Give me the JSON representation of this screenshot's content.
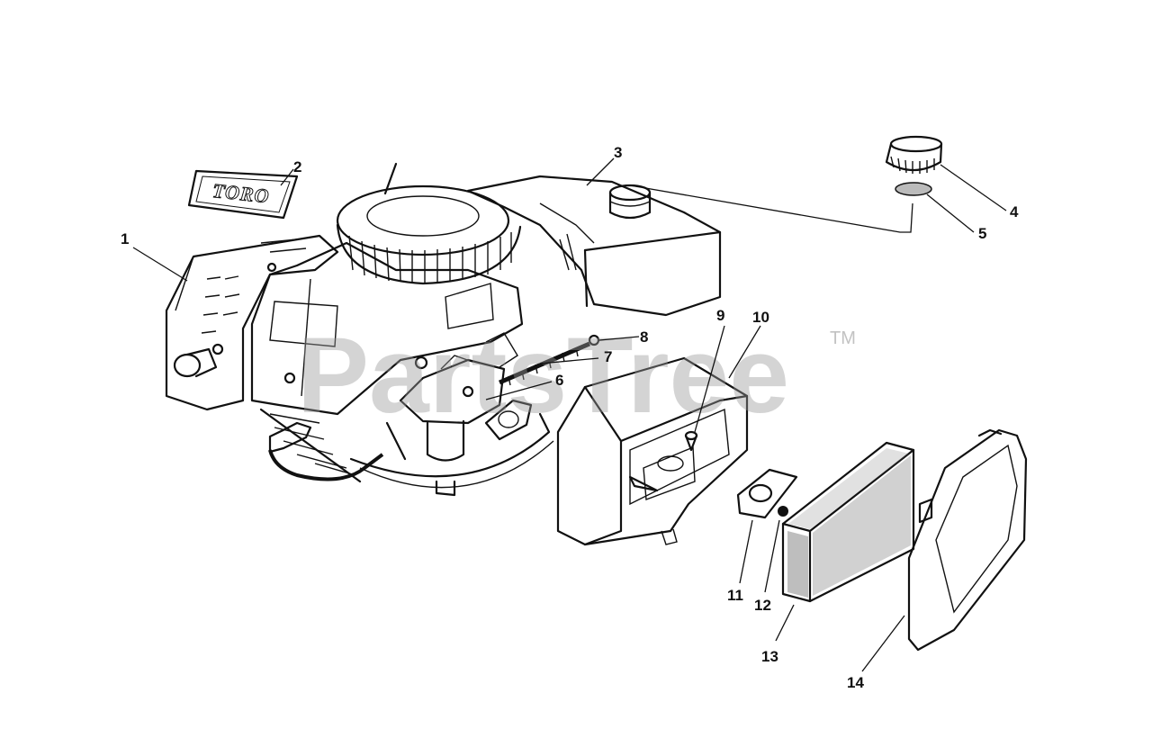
{
  "watermark": {
    "text": "PartsTree",
    "trademark": "TM"
  },
  "decal_text": "TORO",
  "callouts": [
    {
      "id": "1",
      "label": "1"
    },
    {
      "id": "2",
      "label": "2"
    },
    {
      "id": "3",
      "label": "3"
    },
    {
      "id": "4",
      "label": "4"
    },
    {
      "id": "5",
      "label": "5"
    },
    {
      "id": "6",
      "label": "6"
    },
    {
      "id": "7",
      "label": "7"
    },
    {
      "id": "8",
      "label": "8"
    },
    {
      "id": "9",
      "label": "9"
    },
    {
      "id": "10",
      "label": "10"
    },
    {
      "id": "11",
      "label": "11"
    },
    {
      "id": "12",
      "label": "12"
    },
    {
      "id": "13",
      "label": "13"
    },
    {
      "id": "14",
      "label": "14"
    }
  ],
  "colors": {
    "line": "#111111",
    "background": "#ffffff",
    "watermark": "#9a9a9a"
  }
}
